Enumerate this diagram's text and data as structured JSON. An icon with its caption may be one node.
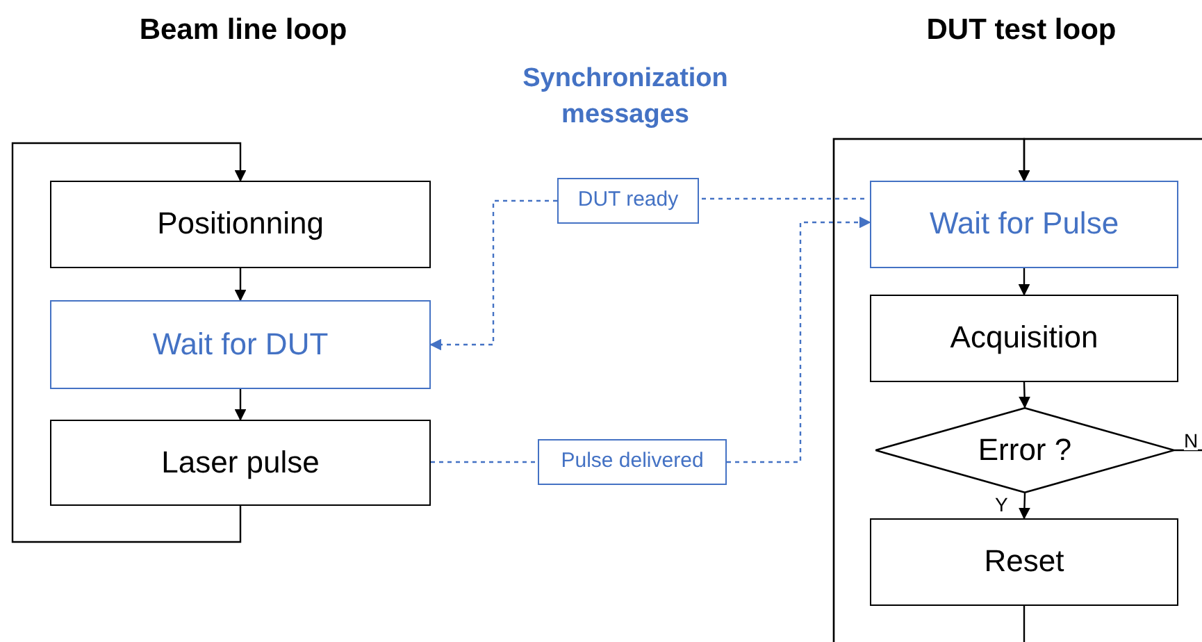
{
  "diagram": {
    "nodes": [
      {
        "text": [
          "Positionning"
        ]
      },
      {
        "text": [
          "Wait for DUT"
        ]
      },
      {
        "text": [
          "Laser pulse"
        ]
      },
      {
        "text": [
          "DUT ready"
        ]
      },
      {
        "text": [
          "Pulse delivered"
        ]
      },
      {
        "text": [
          "Wait for Pulse"
        ]
      },
      {
        "text": [
          "Acquisition"
        ]
      },
      {
        "text": [
          "Error ?"
        ]
      },
      {
        "text": [
          "Reset"
        ]
      }
    ],
    "edges": [
      {
        "from": 0,
        "to": 1,
        "arrow": "to"
      },
      {
        "from": 1,
        "to": 2,
        "arrow": "to"
      },
      {
        "from": 2,
        "to": 0,
        "arrow": "to"
      },
      {
        "from": 5,
        "to": 3,
        "arrow": "none",
        "style": "dashed",
        "color": "#4472c4"
      },
      {
        "from": 3,
        "to": 1,
        "arrow": "to",
        "style": "dashed",
        "color": "#4472c4"
      },
      {
        "from": 2,
        "to": 4,
        "arrow": "none",
        "style": "dashed",
        "color": "#4472c4"
      },
      {
        "from": 4,
        "to": 5,
        "arrow": "to",
        "style": "dashed",
        "color": "#4472c4"
      },
      {
        "from": 5,
        "to": 6,
        "arrow": "to"
      },
      {
        "from": 6,
        "to": 7,
        "arrow": "to"
      },
      {
        "from": 7,
        "to": 8,
        "arrow": "to",
        "label": "Y"
      },
      {
        "from": 7,
        "to": 5,
        "arrow": "to",
        "label": "N"
      },
      {
        "from": 8,
        "to": 5,
        "arrow": "to"
      }
    ],
    "labels": [
      "Beam line loop",
      "Synchronization messages",
      "DUT test loop"
    ]
  }
}
